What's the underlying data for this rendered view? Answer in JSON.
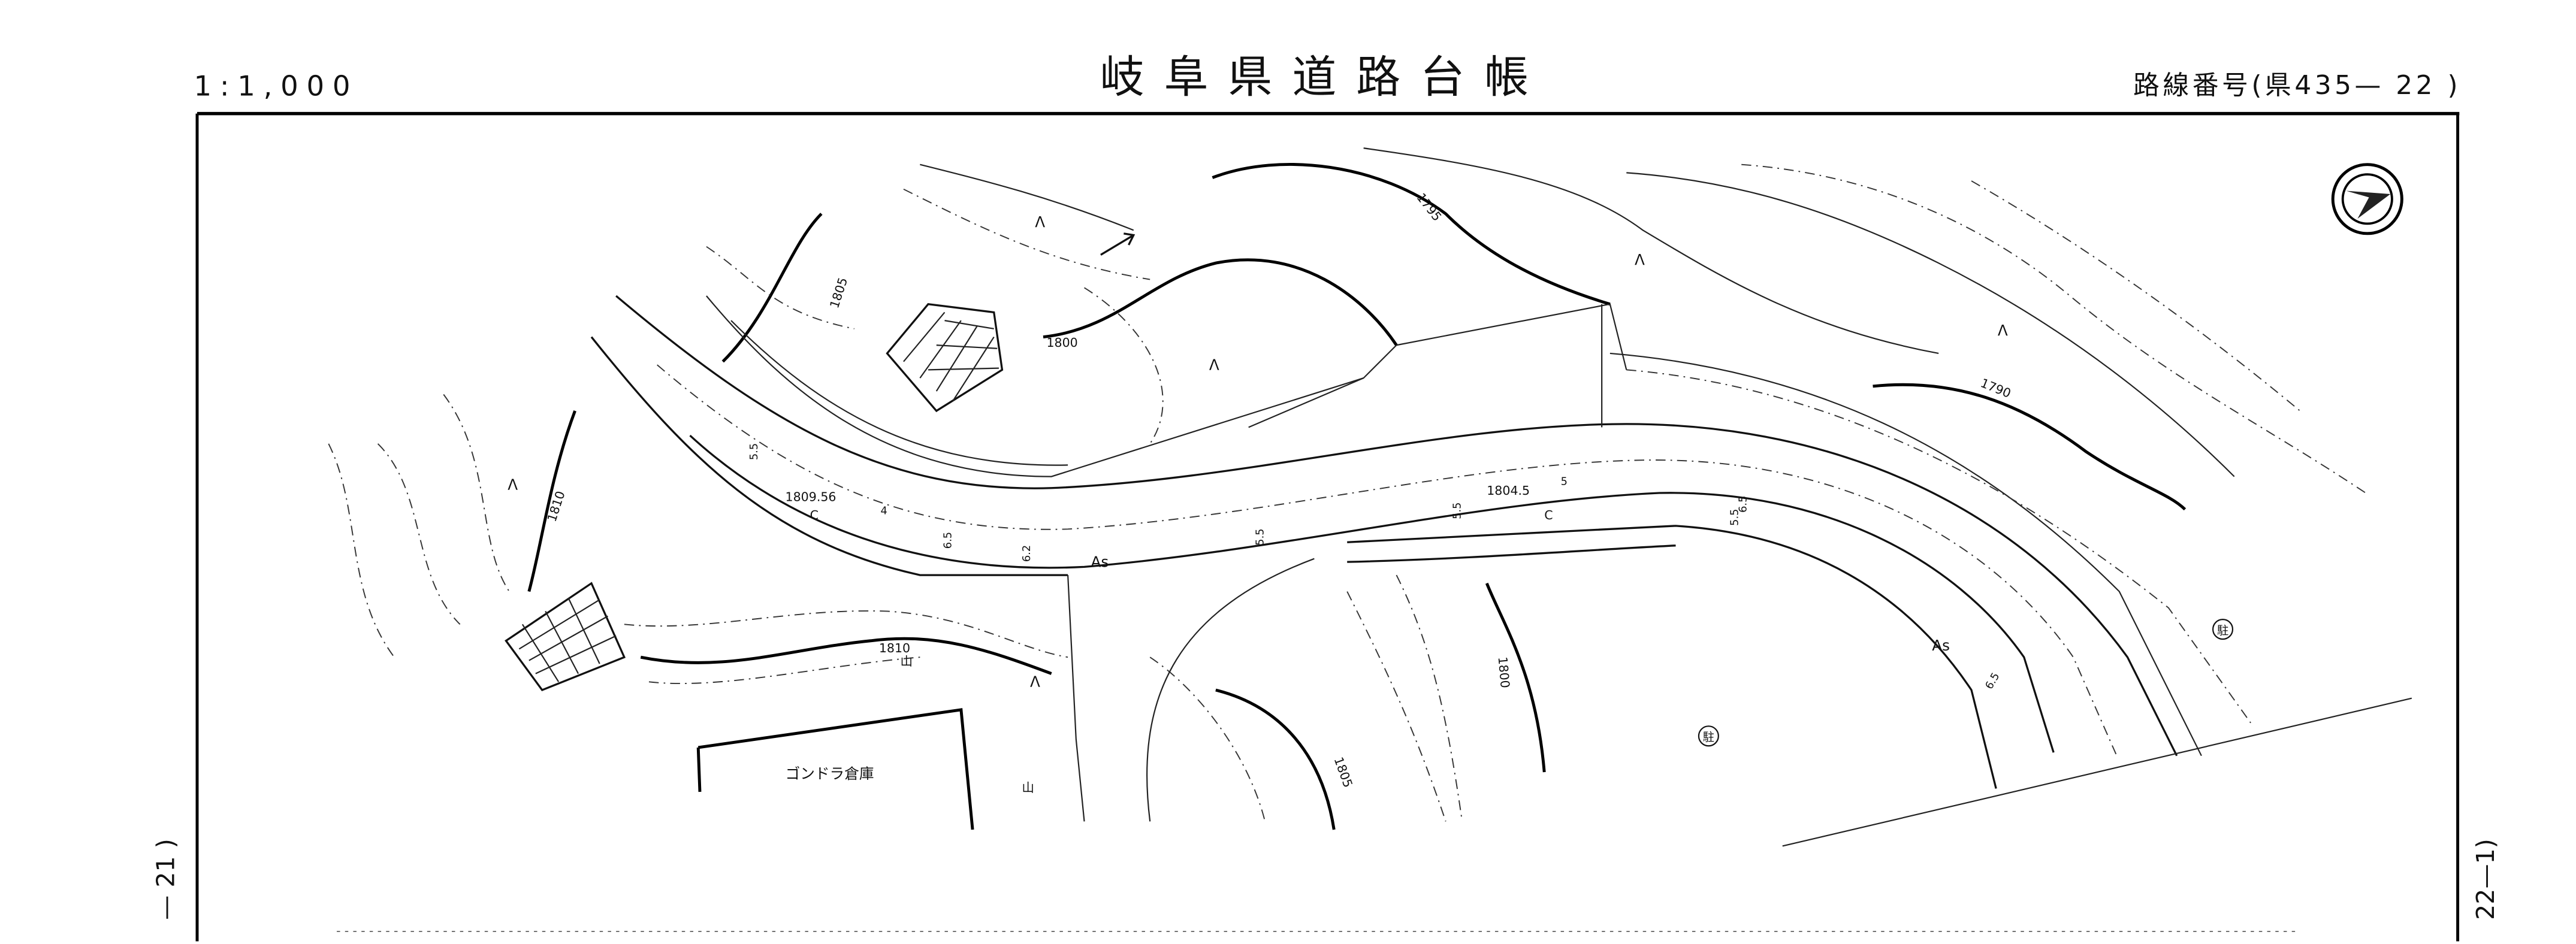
{
  "header": {
    "scale": "1:1,000",
    "title": "岐阜県道路台帳",
    "route_number_label": "路線番号(県435—  22 )"
  },
  "side_labels": {
    "left_adjacent_sheet": "—  21 )",
    "right_adjacent_sheet": "22—1)"
  },
  "map": {
    "north_arrow": "north-arrow-icon",
    "contour_labels": [
      "1805",
      "1795",
      "1800",
      "1790",
      "1810",
      "1810",
      "1800",
      "1805"
    ],
    "spot_heights": [
      "1809.56",
      "1804.5"
    ],
    "pavement_labels": [
      "As",
      "As"
    ],
    "curb_labels": [
      "C",
      "C"
    ],
    "width_labels": [
      "5.5",
      "4",
      "6.5",
      "6.2",
      "5.5",
      "5.5",
      "5",
      "6.5",
      "6.5",
      "5.5"
    ],
    "building_label": "ゴンドラ倉庫",
    "parking_symbol": "駐",
    "vegetation_symbol": "Λ",
    "mountain_symbol": "山"
  }
}
